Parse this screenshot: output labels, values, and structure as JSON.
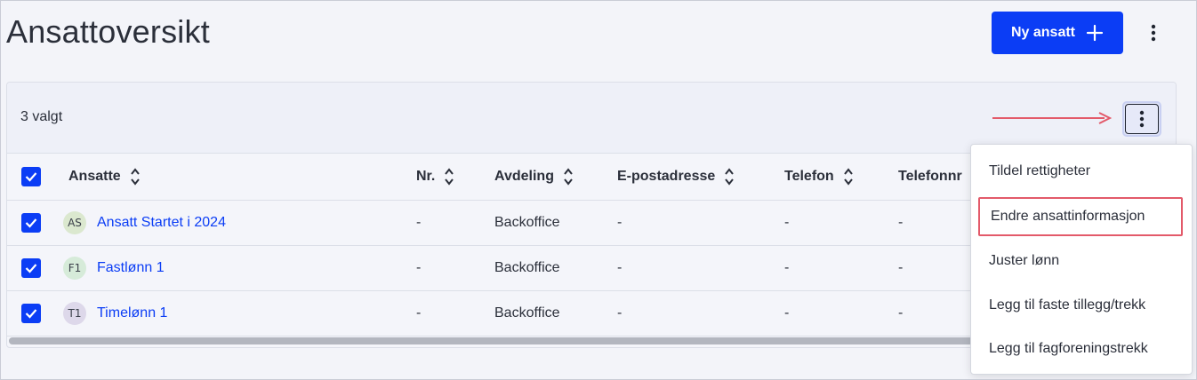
{
  "page": {
    "title": "Ansattoversikt",
    "new_employee_label": "Ny ansatt",
    "more_icon": "more-vertical-icon"
  },
  "selection": {
    "count_label": "3 valgt",
    "more_icon": "more-vertical-icon",
    "annotation_arrow_color": "#e35a6a"
  },
  "table": {
    "columns": [
      "Ansatte",
      "Nr.",
      "Avdeling",
      "E-postadresse",
      "Telefon",
      "Telefonnr"
    ],
    "rows": [
      {
        "initials": "AS",
        "avatar_color": "#dbe8cf",
        "name": "Ansatt Startet i 2024",
        "nr": "-",
        "department": "Backoffice",
        "email": "-",
        "phone": "-",
        "phone2": "-",
        "selected": true
      },
      {
        "initials": "F1",
        "avatar_color": "#d6ebd9",
        "name": "Fastlønn 1",
        "nr": "-",
        "department": "Backoffice",
        "email": "-",
        "phone": "-",
        "phone2": "-",
        "selected": true
      },
      {
        "initials": "T1",
        "avatar_color": "#ddd8ea",
        "name": "Timelønn 1",
        "nr": "-",
        "department": "Backoffice",
        "email": "-",
        "phone": "-",
        "phone2": "-",
        "selected": true
      }
    ]
  },
  "menu": {
    "items": [
      {
        "label": "Tildel rettigheter",
        "highlighted": false
      },
      {
        "label": "Endre ansattinformasjon",
        "highlighted": true
      },
      {
        "label": "Juster lønn",
        "highlighted": false
      },
      {
        "label": "Legg til faste tillegg/trekk",
        "highlighted": false
      },
      {
        "label": "Legg til fagforeningstrekk",
        "highlighted": false
      }
    ]
  },
  "colors": {
    "primary": "#0b3df5",
    "link": "#0b3df5",
    "highlight_border": "#e35a6a",
    "background": "#f3f4f9"
  }
}
